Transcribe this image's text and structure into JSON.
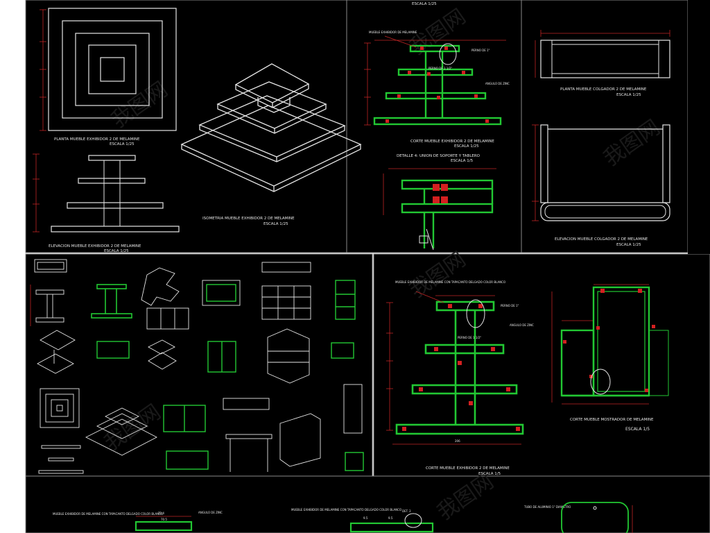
{
  "colors": {
    "background": "#ffffff",
    "panel": "#000000",
    "line_white": "#e6e6e6",
    "line_green": "#22c833",
    "line_red": "#d42020",
    "watermark": "#2a2a2a"
  },
  "top_left": {
    "plan_title": "PLANTA MUEBLE EXHIBIDOR 2 DE MELAMINE",
    "plan_scale": "ESCALA 1/25",
    "elevation_title": "ELEVACION MUEBLE EXHIBIDOR 2 DE MELAMINE",
    "elevation_scale": "ESCALA 1/25",
    "iso_title": "ISOMETRIA MUEBLE EXHIBIDOR 2 DE MELAMINE",
    "iso_scale": "ESCALA 1/25"
  },
  "top_mid": {
    "header_scale": "ESCALA 1/25",
    "section_title": "CORTE MUEBLE EXHIBIDOR 2 DE MELAMINE",
    "section_scale": "ESCALA 1/25",
    "detail_title": "DETALLE 4: UNION DE SOPORTE Y TABLERO",
    "detail_scale": "ESCALA 1/5",
    "note_board": "MUEBLE EXHIBIDOR DE MELAMINE",
    "note_pin": "PERNO DE 1\"",
    "note_pin2": "PERNO DE 1 1/2\"",
    "note_angle": "ANGULO DE ZINC"
  },
  "top_right": {
    "plan_title": "PLANTA MUEBLE COLGADOR 2 DE MELAMINE",
    "plan_scale": "ESCALA 1/25",
    "elevation_title": "ELEVACION MUEBLE COLGADOR 2 DE MELAMINE",
    "elevation_scale": "ESCALA 1/25"
  },
  "mid_right": {
    "left_title": "CORTE MUEBLE EXHIBIDOR 2 DE MELAMINE",
    "left_scale": "ESCALA 1/5",
    "right_title": "CORTE MUEBLE MOSTRADOR DE MELAMINE",
    "right_scale": "ESCALA 1/5",
    "note_board": "MUEBLE EXHIBIDOR DE MELAMINE CON TAPACANTO DELGADO COLOR BLANCO",
    "note_angle": "ANGULO DE ZINC",
    "note_pin": "PERNO DE 1\"",
    "note_pin2": "PERNO DE 1 1/2\"",
    "note_bottom_dim": "206"
  },
  "bottom": {
    "note_left": "MUEBLE EXHIBIDOR DE MELAMINE CON TAPACANTO DELGADO COLOR BLANCO",
    "note_left_angle": "ANGULO DE ZINC",
    "note_mid": "MUEBLE EXHIBIDOR DE MELAMINE CON TAPACANTO DELGADO COLOR BLANCO",
    "note_mid_det": "DET. 2",
    "note_right": "TUBO DE ALUMINIO 1\" DIAMETRO",
    "dim_left_1": "72.4",
    "dim_left_2": "70.5",
    "dim_mid_1": "9.5",
    "dim_mid_2": "9.5"
  }
}
